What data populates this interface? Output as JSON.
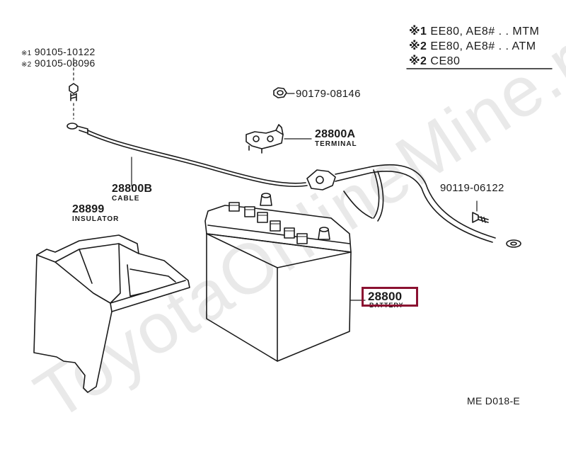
{
  "watermark": "ToyotaOnlineMine.ru",
  "legend": [
    {
      "mark": "※1",
      "text": "EE80, AE8# . . MTM"
    },
    {
      "mark": "※2",
      "text": "EE80, AE8# . . ATM"
    },
    {
      "mark": "※2",
      "text": "CE80"
    }
  ],
  "bolt_refs": [
    {
      "mark": "※1",
      "part": "90105-10122"
    },
    {
      "mark": "※2",
      "part": "90105-08096"
    }
  ],
  "parts": {
    "nut": {
      "number": "90179-08146"
    },
    "terminal": {
      "number": "28800A",
      "name": "TERMINAL"
    },
    "cable": {
      "number": "28800B",
      "name": "CABLE"
    },
    "screw": {
      "number": "90119-06122"
    },
    "insulator": {
      "number": "28899",
      "name": "INSULATOR"
    },
    "battery": {
      "number": "28800",
      "name": "BATTERY"
    }
  },
  "diagram_code": "ME D018-E",
  "colors": {
    "highlight": "#8b1131",
    "line": "#1a1a1a",
    "watermark": "#e9e9e9"
  }
}
